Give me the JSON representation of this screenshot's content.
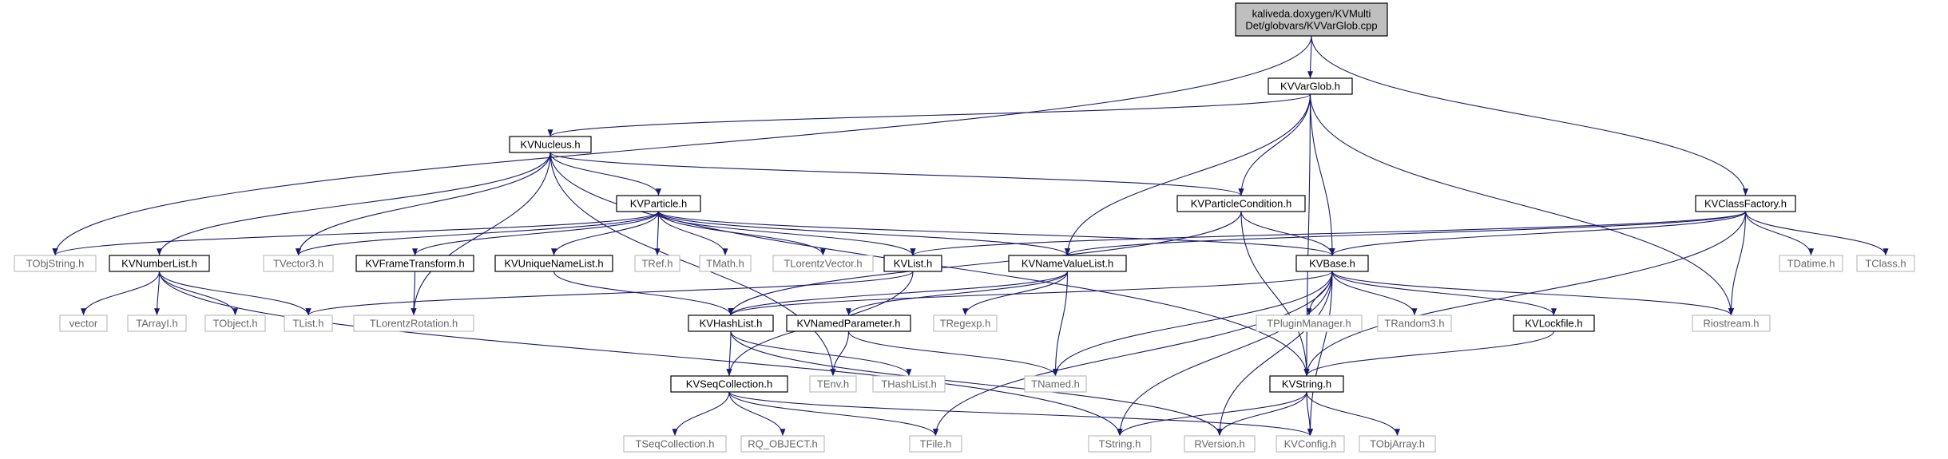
{
  "graph": {
    "nodes": [
      {
        "id": "root",
        "lines": [
          "kaliveda.doxygen/KVMulti",
          "Det/globvars/KVVarGlob.cpp"
        ],
        "style": "root"
      },
      {
        "id": "kvvarglob",
        "lines": [
          "KVVarGlob.h"
        ],
        "style": "doc"
      },
      {
        "id": "kvnucleus",
        "lines": [
          "KVNucleus.h"
        ],
        "style": "doc"
      },
      {
        "id": "kvclassfactory",
        "lines": [
          "KVClassFactory.h"
        ],
        "style": "doc"
      },
      {
        "id": "kvparticle",
        "lines": [
          "KVParticle.h"
        ],
        "style": "doc"
      },
      {
        "id": "kvparticlecondition",
        "lines": [
          "KVParticleCondition.h"
        ],
        "style": "doc"
      },
      {
        "id": "tobjstring",
        "lines": [
          "TObjString.h"
        ],
        "style": "ext"
      },
      {
        "id": "kvnumberlist",
        "lines": [
          "KVNumberList.h"
        ],
        "style": "doc"
      },
      {
        "id": "tvector3",
        "lines": [
          "TVector3.h"
        ],
        "style": "ext"
      },
      {
        "id": "kvframetransform",
        "lines": [
          "KVFrameTransform.h"
        ],
        "style": "doc"
      },
      {
        "id": "kvuniquenamelist",
        "lines": [
          "KVUniqueNameList.h"
        ],
        "style": "doc"
      },
      {
        "id": "tref",
        "lines": [
          "TRef.h"
        ],
        "style": "ext"
      },
      {
        "id": "tmath",
        "lines": [
          "TMath.h"
        ],
        "style": "ext"
      },
      {
        "id": "tlorentzvector",
        "lines": [
          "TLorentzVector.h"
        ],
        "style": "ext"
      },
      {
        "id": "kvlist",
        "lines": [
          "KVList.h"
        ],
        "style": "doc"
      },
      {
        "id": "kvnamevaluelist",
        "lines": [
          "KVNameValueList.h"
        ],
        "style": "doc"
      },
      {
        "id": "kvbase",
        "lines": [
          "KVBase.h"
        ],
        "style": "doc"
      },
      {
        "id": "tdatime",
        "lines": [
          "TDatime.h"
        ],
        "style": "ext"
      },
      {
        "id": "tclass",
        "lines": [
          "TClass.h"
        ],
        "style": "ext"
      },
      {
        "id": "vector",
        "lines": [
          "vector"
        ],
        "style": "ext"
      },
      {
        "id": "tarrayi",
        "lines": [
          "TArrayI.h"
        ],
        "style": "ext"
      },
      {
        "id": "tobject",
        "lines": [
          "TObject.h"
        ],
        "style": "ext"
      },
      {
        "id": "tlist",
        "lines": [
          "TList.h"
        ],
        "style": "ext"
      },
      {
        "id": "tlorentzrotation",
        "lines": [
          "TLorentzRotation.h"
        ],
        "style": "ext"
      },
      {
        "id": "kvhashlist",
        "lines": [
          "KVHashList.h"
        ],
        "style": "doc"
      },
      {
        "id": "kvnamedparameter",
        "lines": [
          "KVNamedParameter.h"
        ],
        "style": "doc"
      },
      {
        "id": "tregexp",
        "lines": [
          "TRegexp.h"
        ],
        "style": "ext"
      },
      {
        "id": "tpluginmanager",
        "lines": [
          "TPluginManager.h"
        ],
        "style": "ext"
      },
      {
        "id": "trandom3",
        "lines": [
          "TRandom3.h"
        ],
        "style": "ext"
      },
      {
        "id": "kvlockfile",
        "lines": [
          "KVLockfile.h"
        ],
        "style": "doc"
      },
      {
        "id": "riostream",
        "lines": [
          "Riostream.h"
        ],
        "style": "ext"
      },
      {
        "id": "tenv",
        "lines": [
          "TEnv.h"
        ],
        "style": "ext"
      },
      {
        "id": "thashlist",
        "lines": [
          "THashList.h"
        ],
        "style": "ext"
      },
      {
        "id": "tnamed",
        "lines": [
          "TNamed.h"
        ],
        "style": "ext"
      },
      {
        "id": "kvseqcollection",
        "lines": [
          "KVSeqCollection.h"
        ],
        "style": "doc"
      },
      {
        "id": "kvstring",
        "lines": [
          "KVString.h"
        ],
        "style": "doc"
      },
      {
        "id": "tseqcollection",
        "lines": [
          "TSeqCollection.h"
        ],
        "style": "ext"
      },
      {
        "id": "rq_object",
        "lines": [
          "RQ_OBJECT.h"
        ],
        "style": "ext"
      },
      {
        "id": "tfile",
        "lines": [
          "TFile.h"
        ],
        "style": "ext"
      },
      {
        "id": "tstring",
        "lines": [
          "TString.h"
        ],
        "style": "ext"
      },
      {
        "id": "rversion",
        "lines": [
          "RVersion.h"
        ],
        "style": "ext"
      },
      {
        "id": "kvconfig",
        "lines": [
          "KVConfig.h"
        ],
        "style": "ext"
      },
      {
        "id": "tobjarray",
        "lines": [
          "TObjArray.h"
        ],
        "style": "ext"
      }
    ],
    "edges": [
      [
        "root",
        "kvvarglob"
      ],
      [
        "root",
        "tobjstring"
      ],
      [
        "root",
        "kvclassfactory"
      ],
      [
        "kvvarglob",
        "kvnucleus"
      ],
      [
        "kvvarglob",
        "kvparticlecondition"
      ],
      [
        "kvvarglob",
        "kvnamevaluelist"
      ],
      [
        "kvvarglob",
        "kvbase"
      ],
      [
        "kvvarglob",
        "riostream"
      ],
      [
        "kvvarglob",
        "kvstring"
      ],
      [
        "kvnucleus",
        "kvparticle"
      ],
      [
        "kvnucleus",
        "kvnumberlist"
      ],
      [
        "kvnucleus",
        "tvector3"
      ],
      [
        "kvnucleus",
        "tlorentzrotation"
      ],
      [
        "kvnucleus",
        "kvparticlecondition"
      ],
      [
        "kvnucleus",
        "kvstring"
      ],
      [
        "kvnucleus",
        "tenv"
      ],
      [
        "kvparticle",
        "tobjstring"
      ],
      [
        "kvparticle",
        "tvector3"
      ],
      [
        "kvparticle",
        "kvframetransform"
      ],
      [
        "kvparticle",
        "kvuniquenamelist"
      ],
      [
        "kvparticle",
        "tref"
      ],
      [
        "kvparticle",
        "tmath"
      ],
      [
        "kvparticle",
        "tlorentzvector"
      ],
      [
        "kvparticle",
        "kvlist"
      ],
      [
        "kvparticle",
        "kvnamevaluelist"
      ],
      [
        "kvparticle",
        "kvbase"
      ],
      [
        "kvparticlecondition",
        "kvbase"
      ],
      [
        "kvparticlecondition",
        "kvhashlist"
      ],
      [
        "kvparticlecondition",
        "kvstring"
      ],
      [
        "kvclassfactory",
        "kvbase"
      ],
      [
        "kvclassfactory",
        "kvlist"
      ],
      [
        "kvclassfactory",
        "kvnamevaluelist"
      ],
      [
        "kvclassfactory",
        "tdatime"
      ],
      [
        "kvclassfactory",
        "tclass"
      ],
      [
        "kvclassfactory",
        "riostream"
      ],
      [
        "kvclassfactory",
        "kvstring"
      ],
      [
        "kvnumberlist",
        "vector"
      ],
      [
        "kvnumberlist",
        "tarrayi"
      ],
      [
        "kvnumberlist",
        "tobject"
      ],
      [
        "kvnumberlist",
        "tlist"
      ],
      [
        "kvnumberlist",
        "tstring"
      ],
      [
        "kvframetransform",
        "tlorentzrotation"
      ],
      [
        "kvuniquenamelist",
        "kvhashlist"
      ],
      [
        "kvlist",
        "tlist"
      ],
      [
        "kvlist",
        "kvseqcollection"
      ],
      [
        "kvnamevaluelist",
        "kvhashlist"
      ],
      [
        "kvnamevaluelist",
        "kvnamedparameter"
      ],
      [
        "kvnamevaluelist",
        "tregexp"
      ],
      [
        "kvnamevaluelist",
        "tnamed"
      ],
      [
        "kvbase",
        "kvhashlist"
      ],
      [
        "kvbase",
        "tnamed"
      ],
      [
        "kvbase",
        "tpluginmanager"
      ],
      [
        "kvbase",
        "trandom3"
      ],
      [
        "kvbase",
        "kvlockfile"
      ],
      [
        "kvbase",
        "riostream"
      ],
      [
        "kvbase",
        "tstring"
      ],
      [
        "kvbase",
        "rversion"
      ],
      [
        "kvbase",
        "kvconfig"
      ],
      [
        "kvbase",
        "tfile"
      ],
      [
        "kvhashlist",
        "kvseqcollection"
      ],
      [
        "kvhashlist",
        "thashlist"
      ],
      [
        "kvhashlist",
        "rversion"
      ],
      [
        "kvnamedparameter",
        "tenv"
      ],
      [
        "kvnamedparameter",
        "tnamed"
      ],
      [
        "kvlockfile",
        "kvstring"
      ],
      [
        "kvseqcollection",
        "tseqcollection"
      ],
      [
        "kvseqcollection",
        "rq_object"
      ],
      [
        "kvseqcollection",
        "tfile"
      ],
      [
        "kvseqcollection",
        "kvconfig"
      ],
      [
        "kvstring",
        "tstring"
      ],
      [
        "kvstring",
        "rversion"
      ],
      [
        "kvstring",
        "kvconfig"
      ],
      [
        "kvstring",
        "tobjarray"
      ]
    ]
  }
}
